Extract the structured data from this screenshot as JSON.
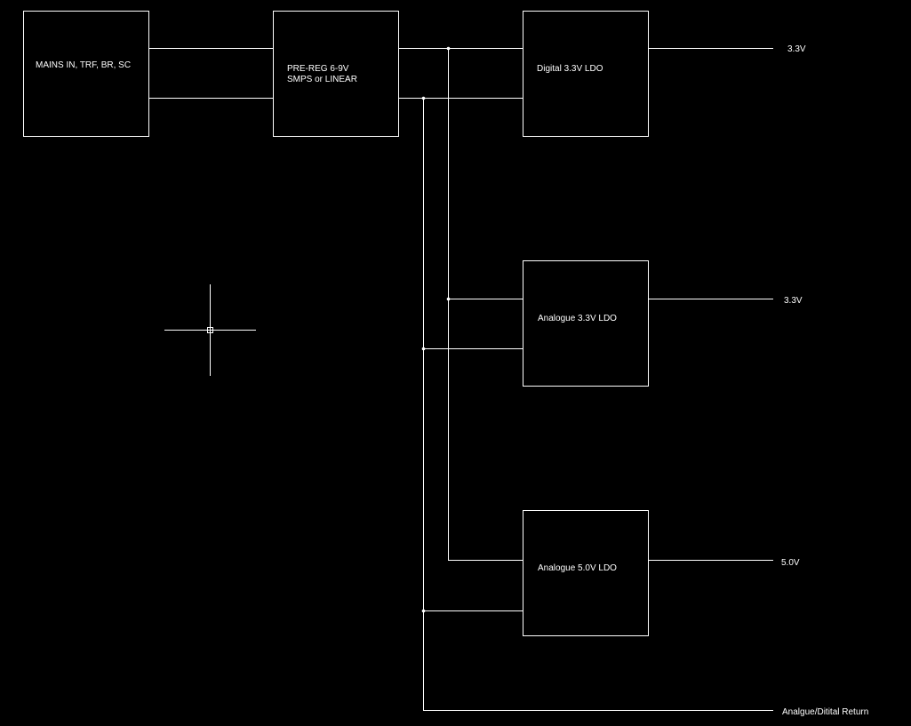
{
  "blocks": {
    "mains": {
      "line1": "MAINS IN, TRF, BR, SC"
    },
    "prereg": {
      "line1": "PRE-REG 6-9V",
      "line2": "SMPS or LINEAR"
    },
    "digital_ldo": {
      "line1": "Digital 3.3V LDO"
    },
    "analogue33_ldo": {
      "line1": "Analogue 3.3V LDO"
    },
    "analogue50_ldo": {
      "line1": "Analogue 5.0V LDO"
    }
  },
  "outputs": {
    "digital": "3.3V",
    "analogue33": "3.3V",
    "analogue50": "5.0V",
    "return": "Analgue/Ditital Return"
  },
  "colors": {
    "background": "#000000",
    "foreground": "#ffffff"
  },
  "cursor": {
    "icon": "crosshair-cursor-icon"
  }
}
